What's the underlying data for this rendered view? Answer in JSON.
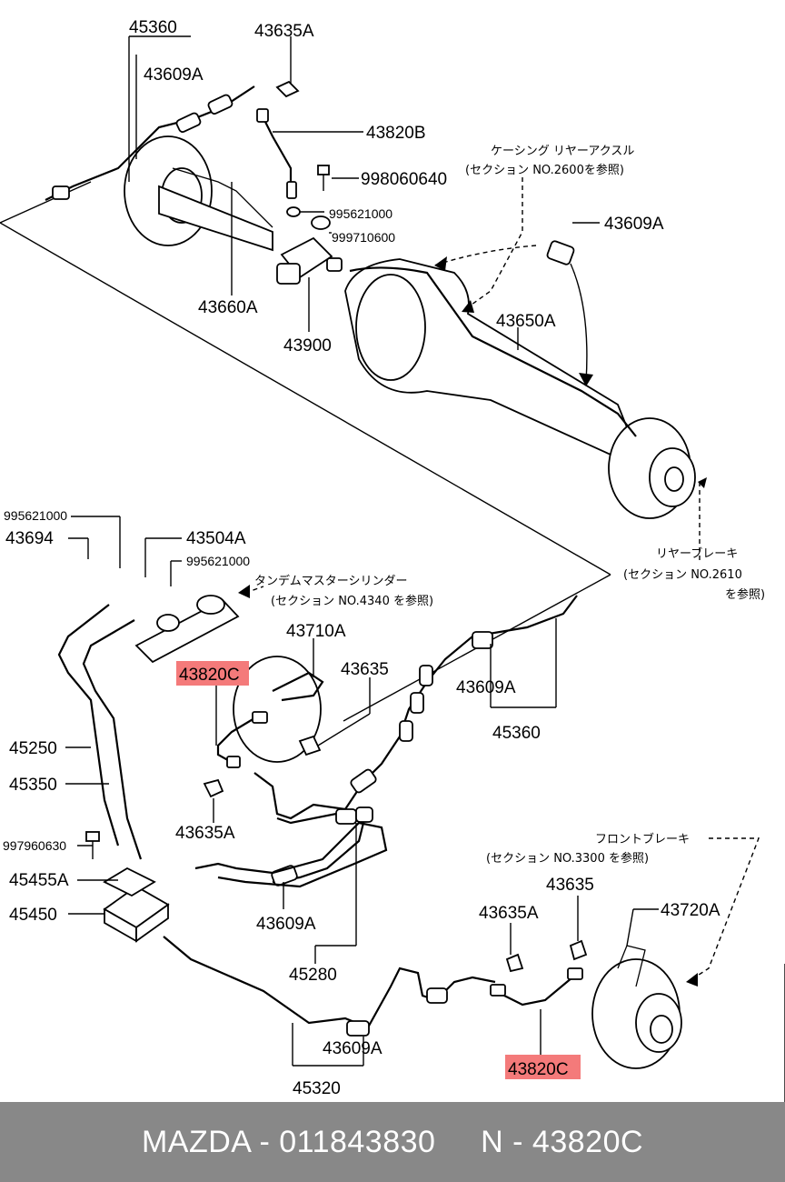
{
  "labels": {
    "p45360_top": "45360",
    "p43635A_top": "43635A",
    "p43609A_top": "43609A",
    "p43820B": "43820B",
    "p998060640": "998060640",
    "p995621000_top": "995621000",
    "p999710600": "999710600",
    "p43609A_right": "43609A",
    "p43660A": "43660A",
    "p43900": "43900",
    "p43650A": "43650A",
    "p995621000_left": "995621000",
    "p43694": "43694",
    "p43504A": "43504A",
    "p995621000_mid": "995621000",
    "p43710A": "43710A",
    "p43820C_upper": "43820C",
    "p43635_mid": "43635",
    "p43609A_mid": "43609A",
    "p45360_mid": "45360",
    "p45250": "45250",
    "p45350": "45350",
    "p43635A_mid": "43635A",
    "p997960630": "997960630",
    "p45455A": "45455A",
    "p45450": "45450",
    "p43609A_low": "43609A",
    "p45280": "45280",
    "p43635_low": "43635",
    "p43635A_low": "43635A",
    "p43720A": "43720A",
    "p43609A_bottom": "43609A",
    "p45320": "45320",
    "p43820C_lower": "43820C"
  },
  "notes": {
    "rear_axle_line1": "ケーシング  リヤーアクスル",
    "rear_axle_line2": "(セクション NO.2600を参照)",
    "rear_brake_line1": "リヤーブレーキ",
    "rear_brake_line2": "(セクション NO.2610",
    "rear_brake_line3": "を参照)",
    "master_cyl_line1": "タンデムマスターシリンダー",
    "master_cyl_line2": "(セクション NO.4340 を参照)",
    "front_brake_line1": "フロントブレーキ",
    "front_brake_line2": "(セクション NO.3300 を参照)"
  },
  "footer": {
    "text": "MAZDA - 011843830     N - 43820C"
  },
  "colors": {
    "highlight": "#f47a7a",
    "footer_bg": "#888888",
    "footer_text": "#ffffff"
  }
}
